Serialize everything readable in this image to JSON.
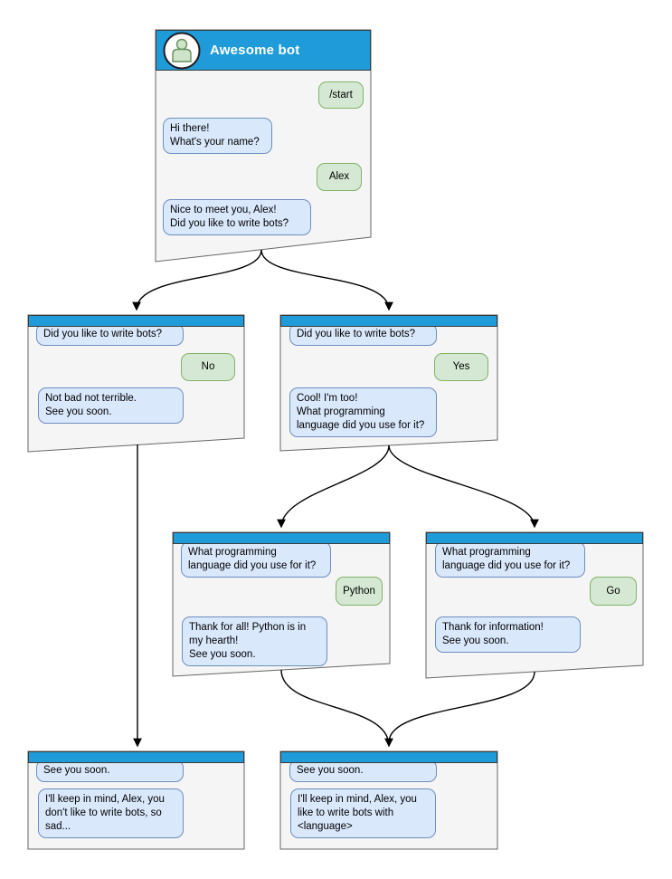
{
  "colors": {
    "header_blue": "#1e9bd8",
    "box_fill": "#f5f5f5",
    "box_border": "#666666",
    "bot_bubble_fill": "#dae8fc",
    "bot_bubble_border": "#6c8ebf",
    "user_bubble_fill": "#d5e8d4",
    "user_bubble_border": "#82b366"
  },
  "main_window": {
    "title": "Awesome bot",
    "avatar_icon": "person-icon",
    "messages": [
      {
        "from": "user",
        "text": "/start"
      },
      {
        "from": "bot",
        "text": "Hi there!\nWhat's your name?"
      },
      {
        "from": "user",
        "text": "Alex"
      },
      {
        "from": "bot",
        "text": "Nice to meet you, Alex!\nDid you like to write bots?"
      }
    ]
  },
  "branch_no": {
    "messages": [
      {
        "from": "bot",
        "text": "Did you like to write bots?"
      },
      {
        "from": "user",
        "text": "No"
      },
      {
        "from": "bot",
        "text": "Not bad not terrible.\nSee you soon."
      }
    ]
  },
  "branch_yes": {
    "messages": [
      {
        "from": "bot",
        "text": "Did you like to write bots?"
      },
      {
        "from": "user",
        "text": "Yes"
      },
      {
        "from": "bot",
        "text": "Cool! I'm too!\nWhat programming\nlanguage did you use for it?"
      }
    ]
  },
  "branch_python": {
    "messages": [
      {
        "from": "bot",
        "text": "What programming\nlanguage did you use for it?"
      },
      {
        "from": "user",
        "text": "Python"
      },
      {
        "from": "bot",
        "text": "Thank for all! Python is in\nmy hearth!\nSee you soon."
      }
    ]
  },
  "branch_go": {
    "messages": [
      {
        "from": "bot",
        "text": "What programming\nlanguage did you use for it?"
      },
      {
        "from": "user",
        "text": "Go"
      },
      {
        "from": "bot",
        "text": "Thank for information!\nSee you soon."
      }
    ]
  },
  "end_no": {
    "messages": [
      {
        "from": "bot",
        "text": "See you soon."
      },
      {
        "from": "bot",
        "text": "I'll keep in mind, Alex, you\ndon't like to write bots, so\nsad..."
      }
    ]
  },
  "end_yes": {
    "messages": [
      {
        "from": "bot",
        "text": "See you soon."
      },
      {
        "from": "bot",
        "text": "I'll keep in mind, Alex, you\nlike to write bots with\n<language>"
      }
    ]
  }
}
